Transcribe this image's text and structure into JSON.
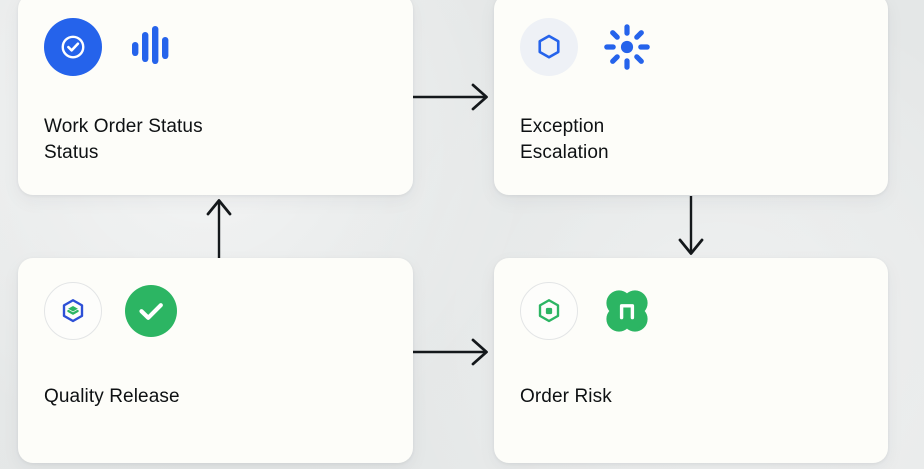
{
  "theme": {
    "background": "#e5e8e8",
    "card_background": "#fdfdf9",
    "accent_blue": "#2563eb",
    "accent_green": "#2cb563",
    "text_color": "#0e1113",
    "arrow_color": "#14181b"
  },
  "cards": [
    {
      "id": "work-order-status",
      "title": "Work Order Status\nStatus",
      "badge_icon": "check-circle-icon",
      "badge_style": "blue-solid",
      "glyph_icon": "bar-chart-icon",
      "glyph_color": "#2563eb"
    },
    {
      "id": "exception-escalation",
      "title": "Exception\nEscalation",
      "badge_icon": "hexagon-outline-icon",
      "badge_style": "gray-soft",
      "glyph_icon": "sun-spinner-icon",
      "glyph_color": "#2563eb"
    },
    {
      "id": "quality-release",
      "title": "Quality Release",
      "badge_icon": "hexagon-layers-icon",
      "badge_style": "white-ring",
      "glyph_icon": "check-circle-filled-icon",
      "glyph_color": "#2cb563"
    },
    {
      "id": "order-risk",
      "title": "Order Risk",
      "badge_icon": "hexagon-dot-icon",
      "badge_style": "white-ring",
      "glyph_icon": "clover-gate-icon",
      "glyph_color": "#2cb563"
    }
  ],
  "arrows": [
    {
      "id": "arrow-work-order-to-exception",
      "direction": "right"
    },
    {
      "id": "arrow-exception-to-order-risk",
      "direction": "down"
    },
    {
      "id": "arrow-quality-release-to-work-order",
      "direction": "up"
    },
    {
      "id": "arrow-quality-release-to-order-risk",
      "direction": "right"
    }
  ]
}
